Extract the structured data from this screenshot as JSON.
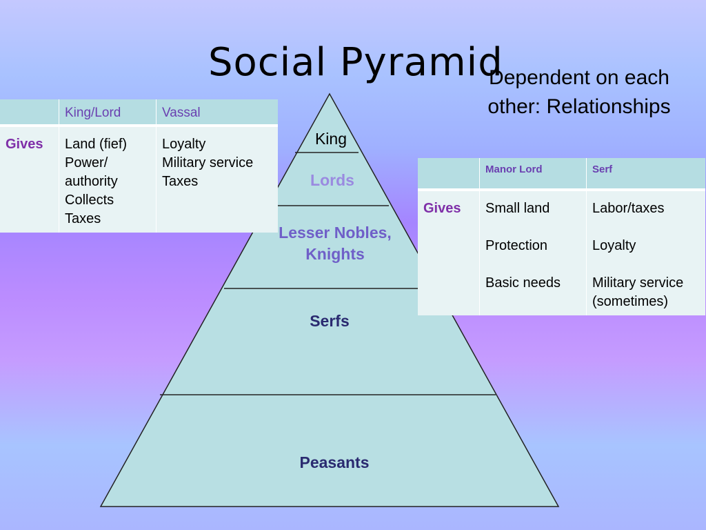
{
  "title": "Social Pyramid",
  "subtitle": "Dependent on each other: Relationships",
  "colors": {
    "pyramid_fill": "#b8dfe3",
    "label_lords": "#9a8ae0",
    "label_nobles": "#6f5fc8",
    "label_dark": "#2a2a70",
    "gives": "#7f2fa8",
    "header_text": "#6a3fb0"
  },
  "pyramid": {
    "levels": [
      {
        "label": "King"
      },
      {
        "label": "Lords"
      },
      {
        "label": "Lesser Nobles, Knights"
      },
      {
        "label": "Serfs"
      },
      {
        "label": "Peasants"
      }
    ]
  },
  "table_left": {
    "headers": [
      "",
      "King/Lord",
      "Vassal"
    ],
    "row_label": "Gives",
    "col1": [
      "Land (fief)",
      "Power/",
      "authority",
      "Collects",
      "Taxes"
    ],
    "col2": [
      "Loyalty",
      "Military service",
      "Taxes"
    ]
  },
  "table_right": {
    "headers": [
      "",
      "Manor Lord",
      "Serf"
    ],
    "row_label": "Gives",
    "col1": [
      "Small land",
      "Protection",
      "Basic needs"
    ],
    "col2": [
      "Labor/taxes",
      "Loyalty",
      "Military service",
      "(sometimes)"
    ]
  }
}
